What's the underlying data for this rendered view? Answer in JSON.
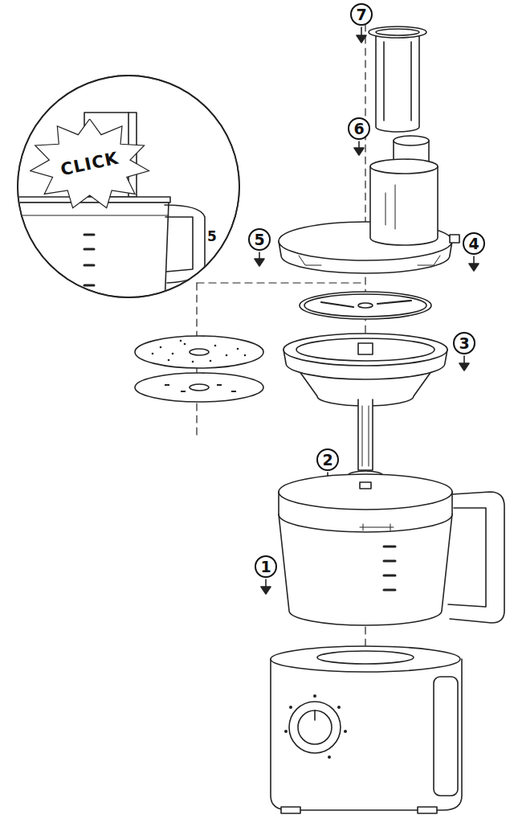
{
  "diagram": {
    "nodes": [
      {
        "text": [
          "7"
        ]
      },
      {
        "text": [
          "CLICK"
        ]
      },
      {
        "text": [
          "6"
        ]
      },
      {
        "text": [
          "5"
        ]
      },
      {
        "text": [
          "4"
        ]
      },
      {
        "text": [
          "3"
        ]
      },
      {
        "text": [
          "2"
        ]
      },
      {
        "text": [
          "1"
        ]
      }
    ],
    "labels": [
      "5"
    ]
  }
}
